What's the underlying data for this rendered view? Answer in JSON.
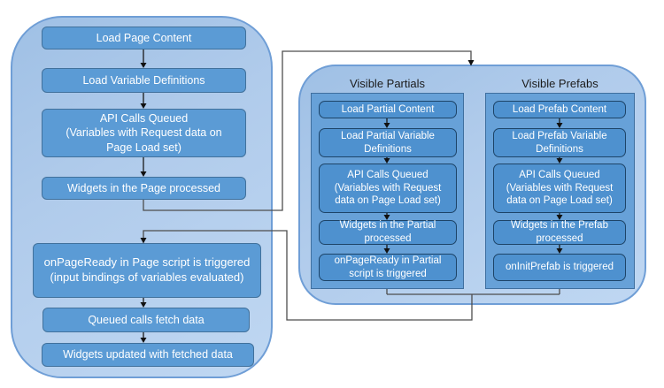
{
  "left_panel": {
    "boxes": [
      {
        "label": "Load Page Content"
      },
      {
        "label": "Load Variable Definitions"
      },
      {
        "label": "API Calls Queued\n(Variables with Request data on\nPage Load set)"
      },
      {
        "label": "Widgets in the Page processed"
      },
      {
        "label": "onPageReady in Page script is triggered\n(input bindings of variables evaluated)"
      },
      {
        "label": "Queued calls fetch data"
      },
      {
        "label": "Widgets updated with fetched data"
      }
    ]
  },
  "right_panel": {
    "sections": [
      {
        "title": "Visible Partials",
        "boxes": [
          {
            "label": "Load Partial Content"
          },
          {
            "label": "Load Partial Variable\nDefinitions"
          },
          {
            "label": "API Calls Queued\n(Variables with Request\ndata on Page Load set)"
          },
          {
            "label": "Widgets in the Partial\nprocessed"
          },
          {
            "label": "onPageReady in Partial\nscript  is triggered"
          }
        ]
      },
      {
        "title": "Visible Prefabs",
        "boxes": [
          {
            "label": "Load Prefab Content"
          },
          {
            "label": "Load Prefab Variable\nDefinitions"
          },
          {
            "label": "API Calls Queued\n(Variables with Request\ndata on Page Load set)"
          },
          {
            "label": "Widgets in the Prefab\nprocessed"
          },
          {
            "label": "onInitPrefab is triggered"
          }
        ]
      }
    ]
  },
  "colors": {
    "panel_fill_light": "#b0cbeb",
    "panel_border": "#6f9ed6",
    "inner_section_fill": "#67a1d8",
    "inner_section_border": "#3f6f9f",
    "left_box_fill": "#5b9bd5",
    "left_box_border": "#41719c",
    "right_box_fill": "#4e91cf",
    "right_box_border": "#1d4468",
    "connector_line": "#4d4d4d",
    "arrow_head": "#111111",
    "box_text": "#ffffff",
    "section_title_text": "#1c1c1c"
  }
}
